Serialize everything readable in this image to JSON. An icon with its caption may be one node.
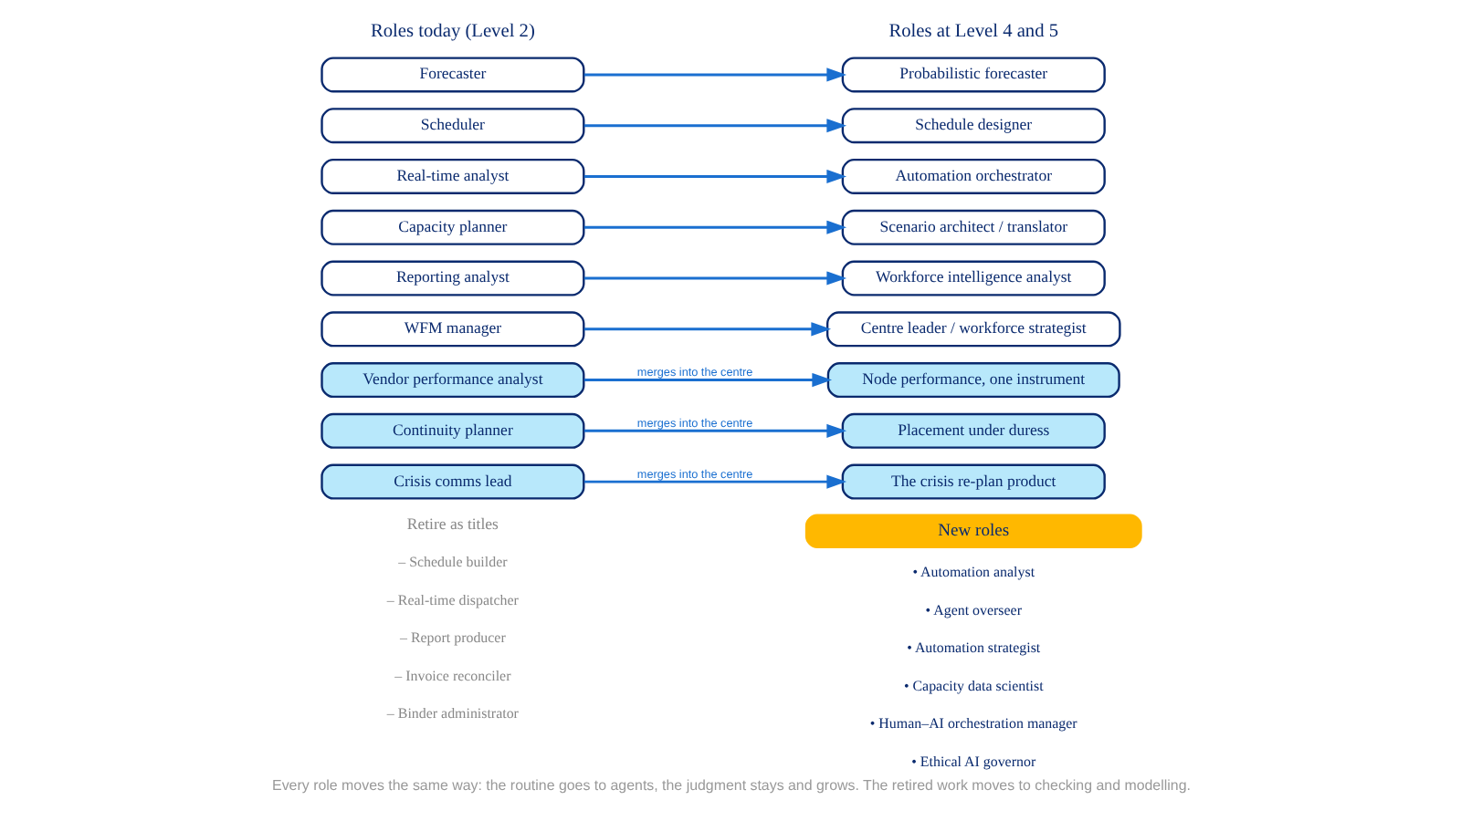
{
  "diagram": {
    "caption": "Every role moves the same way: the routine goes to agents, the judgment stays and grows. The retired work moves to checking and modelling.",
    "nodes": [
      {
        "text": [
          "Forecaster"
        ]
      },
      {
        "text": [
          "Probabilistic forecaster"
        ]
      },
      {
        "text": [
          "Scheduler"
        ]
      },
      {
        "text": [
          "Schedule designer"
        ]
      },
      {
        "text": [
          "Real-time analyst"
        ]
      },
      {
        "text": [
          "Automation orchestrator"
        ]
      },
      {
        "text": [
          "Capacity planner"
        ]
      },
      {
        "text": [
          "Scenario architect / translator"
        ]
      },
      {
        "text": [
          "Reporting analyst"
        ]
      },
      {
        "text": [
          "Workforce intelligence analyst"
        ]
      },
      {
        "text": [
          "WFM manager"
        ]
      },
      {
        "text": [
          "Centre leader / workforce strategist"
        ]
      },
      {
        "text": [
          "Vendor performance analyst"
        ]
      },
      {
        "text": [
          "Node performance, one instrument"
        ]
      },
      {
        "text": [
          "Continuity planner"
        ]
      },
      {
        "text": [
          "Placement under duress"
        ]
      },
      {
        "text": [
          "Crisis comms lead"
        ]
      },
      {
        "text": [
          "The crisis re-plan product"
        ]
      },
      {
        "text": [
          "New roles"
        ]
      }
    ],
    "edges": [
      {
        "from": 0,
        "to": 1,
        "arrow": "to"
      },
      {
        "from": 2,
        "to": 3,
        "arrow": "to"
      },
      {
        "from": 4,
        "to": 5,
        "arrow": "to"
      },
      {
        "from": 6,
        "to": 7,
        "arrow": "to"
      },
      {
        "from": 8,
        "to": 9,
        "arrow": "to"
      },
      {
        "from": 10,
        "to": 11,
        "arrow": "to"
      },
      {
        "from": 12,
        "to": 13,
        "arrow": "to",
        "label": "merges into the centre"
      },
      {
        "from": 14,
        "to": 15,
        "arrow": "to",
        "label": "merges into the centre"
      },
      {
        "from": 16,
        "to": 17,
        "arrow": "to",
        "label": "merges into the centre"
      }
    ],
    "labels": [
      "Roles today (Level 2)",
      "Roles at Level 4 and 5",
      "Retire as titles",
      "– Schedule builder",
      "– Real-time dispatcher",
      "– Report producer",
      "– Invoice reconciler",
      "– Binder administrator",
      "• Automation analyst",
      "• Agent overseer",
      "• Automation strategist",
      "• Capacity data scientist",
      "• Human–AI orchestration manager",
      "• Ethical AI governor"
    ]
  }
}
